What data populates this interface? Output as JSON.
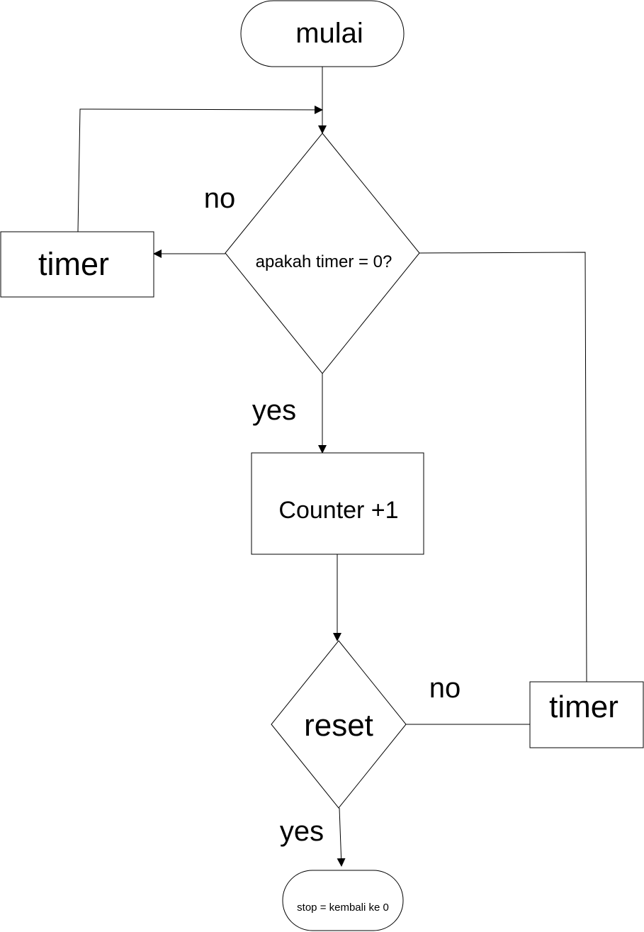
{
  "diagram": {
    "nodes": {
      "start": {
        "label": "mulai"
      },
      "decision_timer": {
        "label": "apakah timer = 0?"
      },
      "timer_left": {
        "label": "timer"
      },
      "counter": {
        "label": "Counter +1"
      },
      "decision_reset": {
        "label": "reset"
      },
      "timer_right": {
        "label": "timer"
      },
      "stop": {
        "label": "stop = kembali ke 0"
      }
    },
    "edge_labels": {
      "no_top": "no",
      "yes_top": "yes",
      "no_bottom": "no",
      "yes_bottom": "yes"
    },
    "edges": [
      {
        "from": "start",
        "to": "decision_timer"
      },
      {
        "from": "decision_timer",
        "to": "timer_left",
        "label": "no"
      },
      {
        "from": "timer_left",
        "to": "decision_timer"
      },
      {
        "from": "decision_timer",
        "to": "counter",
        "label": "yes"
      },
      {
        "from": "counter",
        "to": "decision_reset"
      },
      {
        "from": "decision_reset",
        "to": "timer_right",
        "label": "no"
      },
      {
        "from": "timer_right",
        "to": "decision_timer"
      },
      {
        "from": "decision_reset",
        "to": "stop",
        "label": "yes"
      }
    ]
  }
}
